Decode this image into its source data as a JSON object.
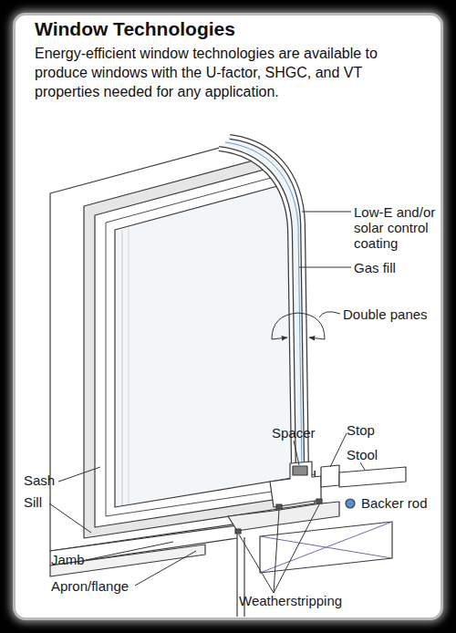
{
  "diagram": {
    "title": "Window Technologies",
    "caption": "Energy-efficient window technologies are available to produce windows with the U-factor, SHGC, and VT properties needed for any application.",
    "labels": [
      "Low-E and/or solar control coating",
      "Gas fill",
      "Double panes",
      "Spacer",
      "Stop",
      "Stool",
      "Backer rod",
      "Sash",
      "Sill",
      "Jamb",
      "Apron/flange",
      "Weatherstripping"
    ]
  }
}
